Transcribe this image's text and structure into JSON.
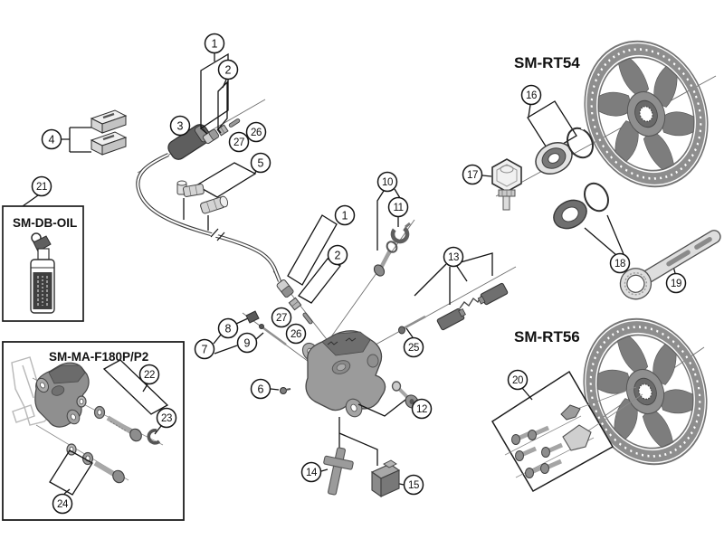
{
  "diagram": {
    "type": "exploded-parts-diagram",
    "subject": "hydraulic disc brake caliper, hose and rotor assembly",
    "background": "#ffffff",
    "line_color": "#141414",
    "part_gray": "#9a9a9a",
    "part_dark": "#5f5f5f"
  },
  "labels": {
    "rt54": "SM-RT54",
    "rt56": "SM-RT56",
    "oil": "SM-DB-OIL",
    "mount": "SM-MA-F180P/P2"
  },
  "callouts": {
    "n1": "1",
    "n2": "2",
    "n3": "3",
    "n4": "4",
    "n5": "5",
    "n6": "6",
    "n7": "7",
    "n8": "8",
    "n9": "9",
    "n10": "10",
    "n11": "11",
    "n12": "12",
    "n13": "13",
    "n14": "14",
    "n15": "15",
    "n16": "16",
    "n17": "17",
    "n18": "18",
    "n19": "19",
    "n20": "20",
    "n21": "21",
    "n22": "22",
    "n23": "23",
    "n24": "24",
    "n25": "25",
    "n26": "26",
    "n27": "27"
  }
}
